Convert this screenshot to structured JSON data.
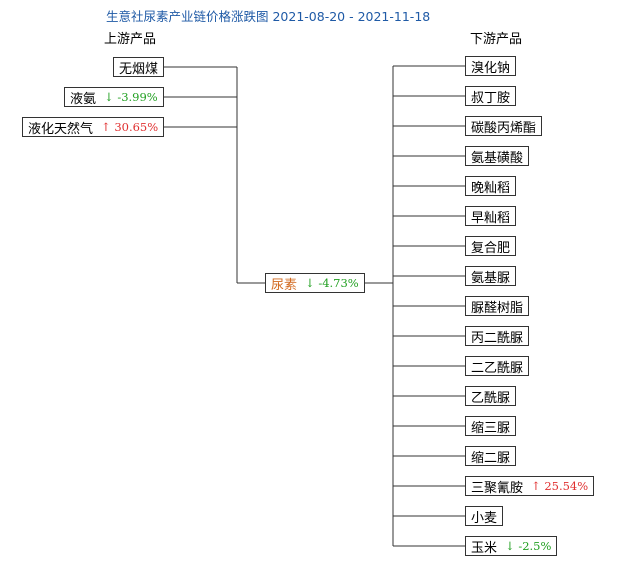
{
  "title": "生意社尿素产业链价格涨跌图 2021-08-20 - 2021-11-18",
  "upstream_header": "上游产品",
  "downstream_header": "下游产品",
  "center": {
    "name": "尿素",
    "change": "-4.73%",
    "direction": "down"
  },
  "upstream": [
    {
      "name": "无烟煤",
      "change": "",
      "direction": ""
    },
    {
      "name": "液氨",
      "change": "-3.99%",
      "direction": "down"
    },
    {
      "name": "液化天然气",
      "change": "30.65%",
      "direction": "up"
    }
  ],
  "downstream": [
    {
      "name": "溴化钠",
      "change": "",
      "direction": ""
    },
    {
      "name": "叔丁胺",
      "change": "",
      "direction": ""
    },
    {
      "name": "碳酸丙烯酯",
      "change": "",
      "direction": ""
    },
    {
      "name": "氨基磺酸",
      "change": "",
      "direction": ""
    },
    {
      "name": "晚籼稻",
      "change": "",
      "direction": ""
    },
    {
      "name": "早籼稻",
      "change": "",
      "direction": ""
    },
    {
      "name": "复合肥",
      "change": "",
      "direction": ""
    },
    {
      "name": "氨基脲",
      "change": "",
      "direction": ""
    },
    {
      "name": "脲醛树脂",
      "change": "",
      "direction": ""
    },
    {
      "name": "丙二酰脲",
      "change": "",
      "direction": ""
    },
    {
      "name": "二乙酰脲",
      "change": "",
      "direction": ""
    },
    {
      "name": "乙酰脲",
      "change": "",
      "direction": ""
    },
    {
      "name": "缩三脲",
      "change": "",
      "direction": ""
    },
    {
      "name": "缩二脲",
      "change": "",
      "direction": ""
    },
    {
      "name": "三聚氰胺",
      "change": "25.54%",
      "direction": "up"
    },
    {
      "name": "小麦",
      "change": "",
      "direction": ""
    },
    {
      "name": "玉米",
      "change": "-2.5%",
      "direction": "down"
    }
  ],
  "colors": {
    "up": "#e03030",
    "down": "#22a022",
    "center_name": "#d2691e",
    "title": "#1f5aa6"
  }
}
